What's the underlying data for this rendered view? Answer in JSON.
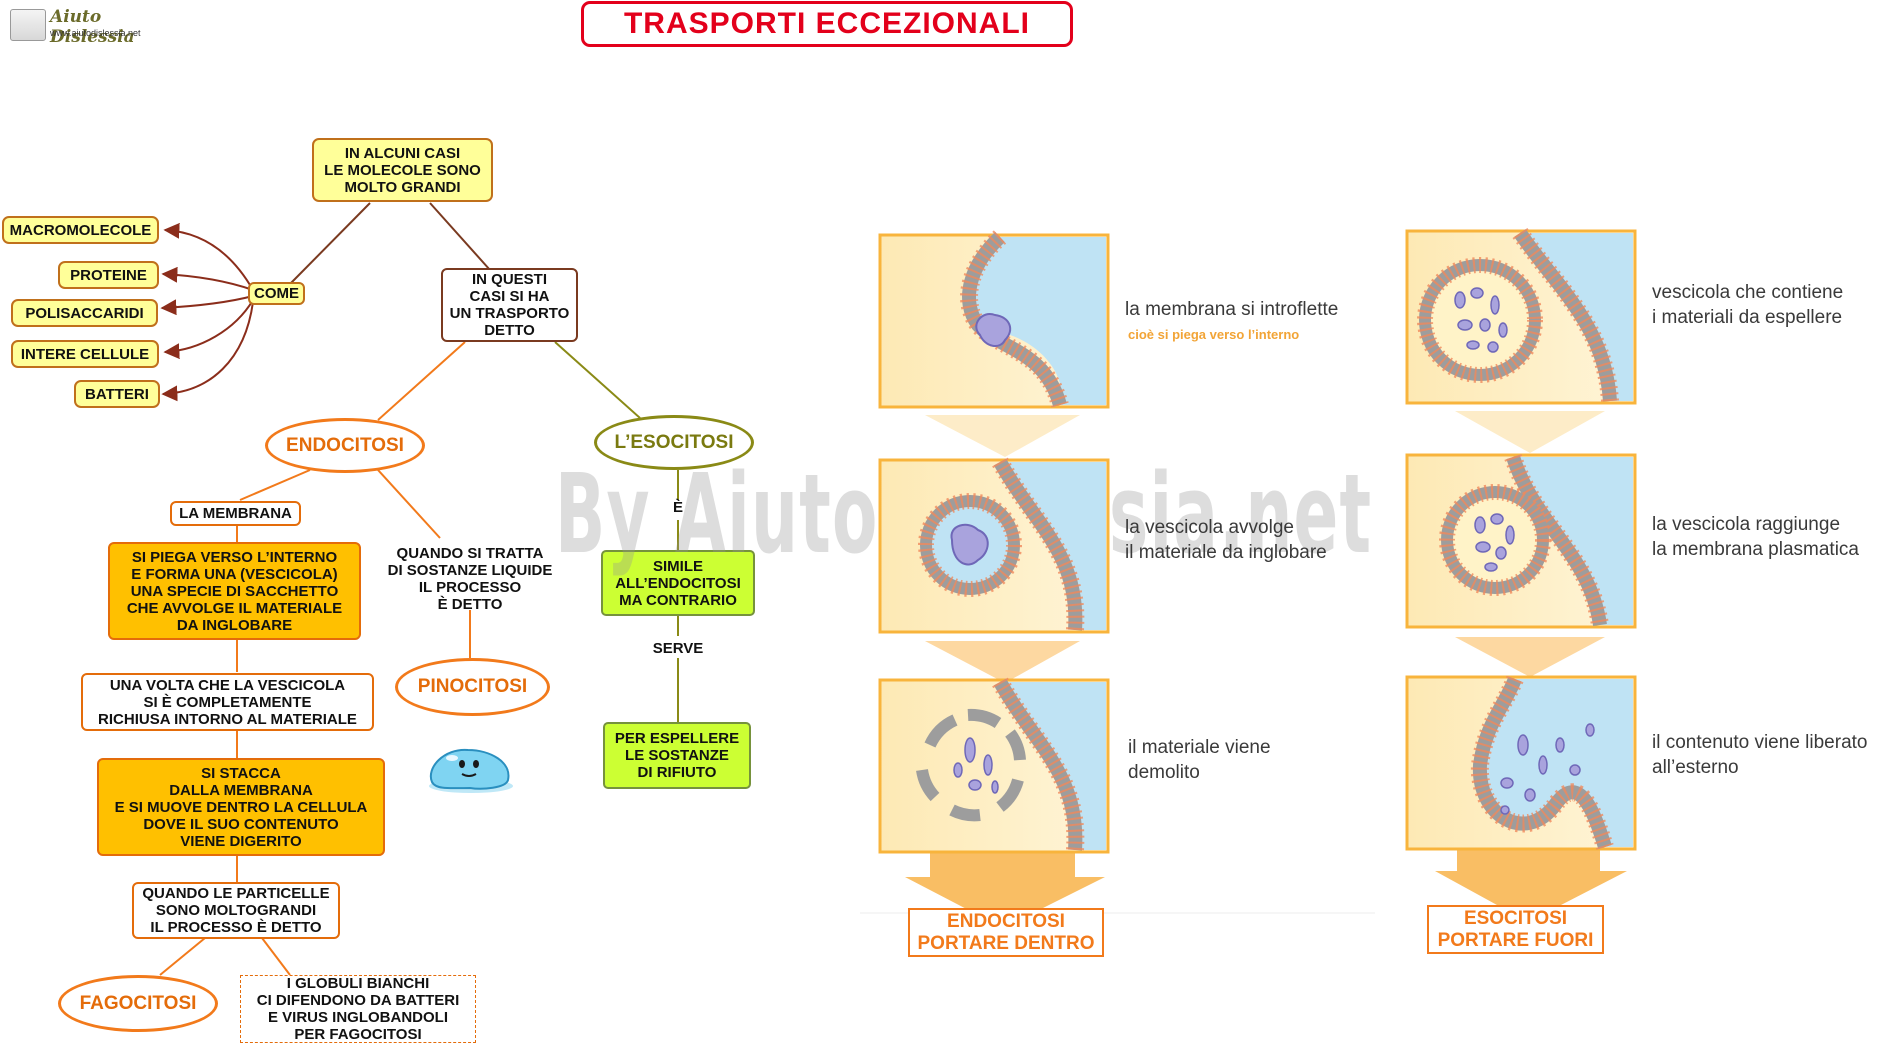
{
  "logo": {
    "name": "Aiuto Dislessia",
    "url": "www.aiutodislessia.net"
  },
  "title": "TRASPORTI ECCEZIONALI",
  "watermark": "By AiutoDislessia.net",
  "colors": {
    "title_red": "#e3001b",
    "orange": "#f27a1b",
    "yellow": "#ffff99",
    "gold": "#ffc000",
    "green": "#ccff33",
    "olive": "#8a8a16"
  },
  "map": {
    "root": "IN ALCUNI CASI\nLE MOLECOLE SONO\nMOLTO GRANDI",
    "come": "COME",
    "examples": [
      "MACROMOLECOLE",
      "PROTEINE",
      "POLISACCARIDI",
      "INTERE CELLULE",
      "BATTERI"
    ],
    "questi": "IN QUESTI\nCASI SI HA\nUN TRASPORTO\nDETTO",
    "endocitosi": "ENDOCITOSI",
    "esocitosi": "L’ESOCITOSI",
    "la_membrana": "LA MEMBRANA",
    "si_piega": "SI PIEGA VERSO L’INTERNO\nE FORMA UNA (VESCICOLA)\nUNA SPECIE DI SACCHETTO\nCHE AVVOLGE IL MATERIALE\nDA  INGLOBARE",
    "una_volta": "UNA  VOLTA  CHE  LA  VESCICOLA\nSI  È COMPLETAMENTE\nRICHIUSA INTORNO AL MATERIALE",
    "si_stacca": "SI STACCA\nDALLA MEMBRANA\nE SI MUOVE DENTRO LA CELLULA\nDOVE IL SUO  CONTENUTO\nVIENE  DIGERITO",
    "quando_particelle": "QUANDO LE PARTICELLE\nSONO MOLTOGRANDI\nIL PROCESSO È DETTO",
    "fagocitosi": "FAGOCITOSI",
    "globuli": "I GLOBULI BIANCHI\nCI DIFENDONO DA BATTERI\nE VIRUS INGLOBANDOLI\nPER FAGOCITOSI",
    "quando_liquide": "QUANDO SI TRATTA\nDI SOSTANZE LIQUIDE\nIL PROCESSO\nÈ DETTO",
    "pinocitosi": "PINOCITOSI",
    "e_verb": "È",
    "simile": "SIMILE\nALL’ENDOCITOSI\nMA  CONTRARIO",
    "serve": "SERVE",
    "per_espellere": "PER ESPELLERE\nLE SOSTANZE\nDI RIFIUTO"
  },
  "endo_panel": {
    "captions": [
      "la membrana si introflette",
      "la vescicola avvolge\nil materiale da inglobare",
      "il materiale viene\ndemolito"
    ],
    "note": "cioè si piega verso l’interno",
    "label": "ENDOCITOSI\nPORTARE DENTRO"
  },
  "eso_panel": {
    "captions": [
      "vescicola che contiene\ni materiali da espellere",
      "la vescicola raggiunge\nla membrana plasmatica",
      "il contenuto viene liberato\nall’esterno"
    ],
    "label": "ESOCITOSI\nPORTARE FUORI"
  }
}
